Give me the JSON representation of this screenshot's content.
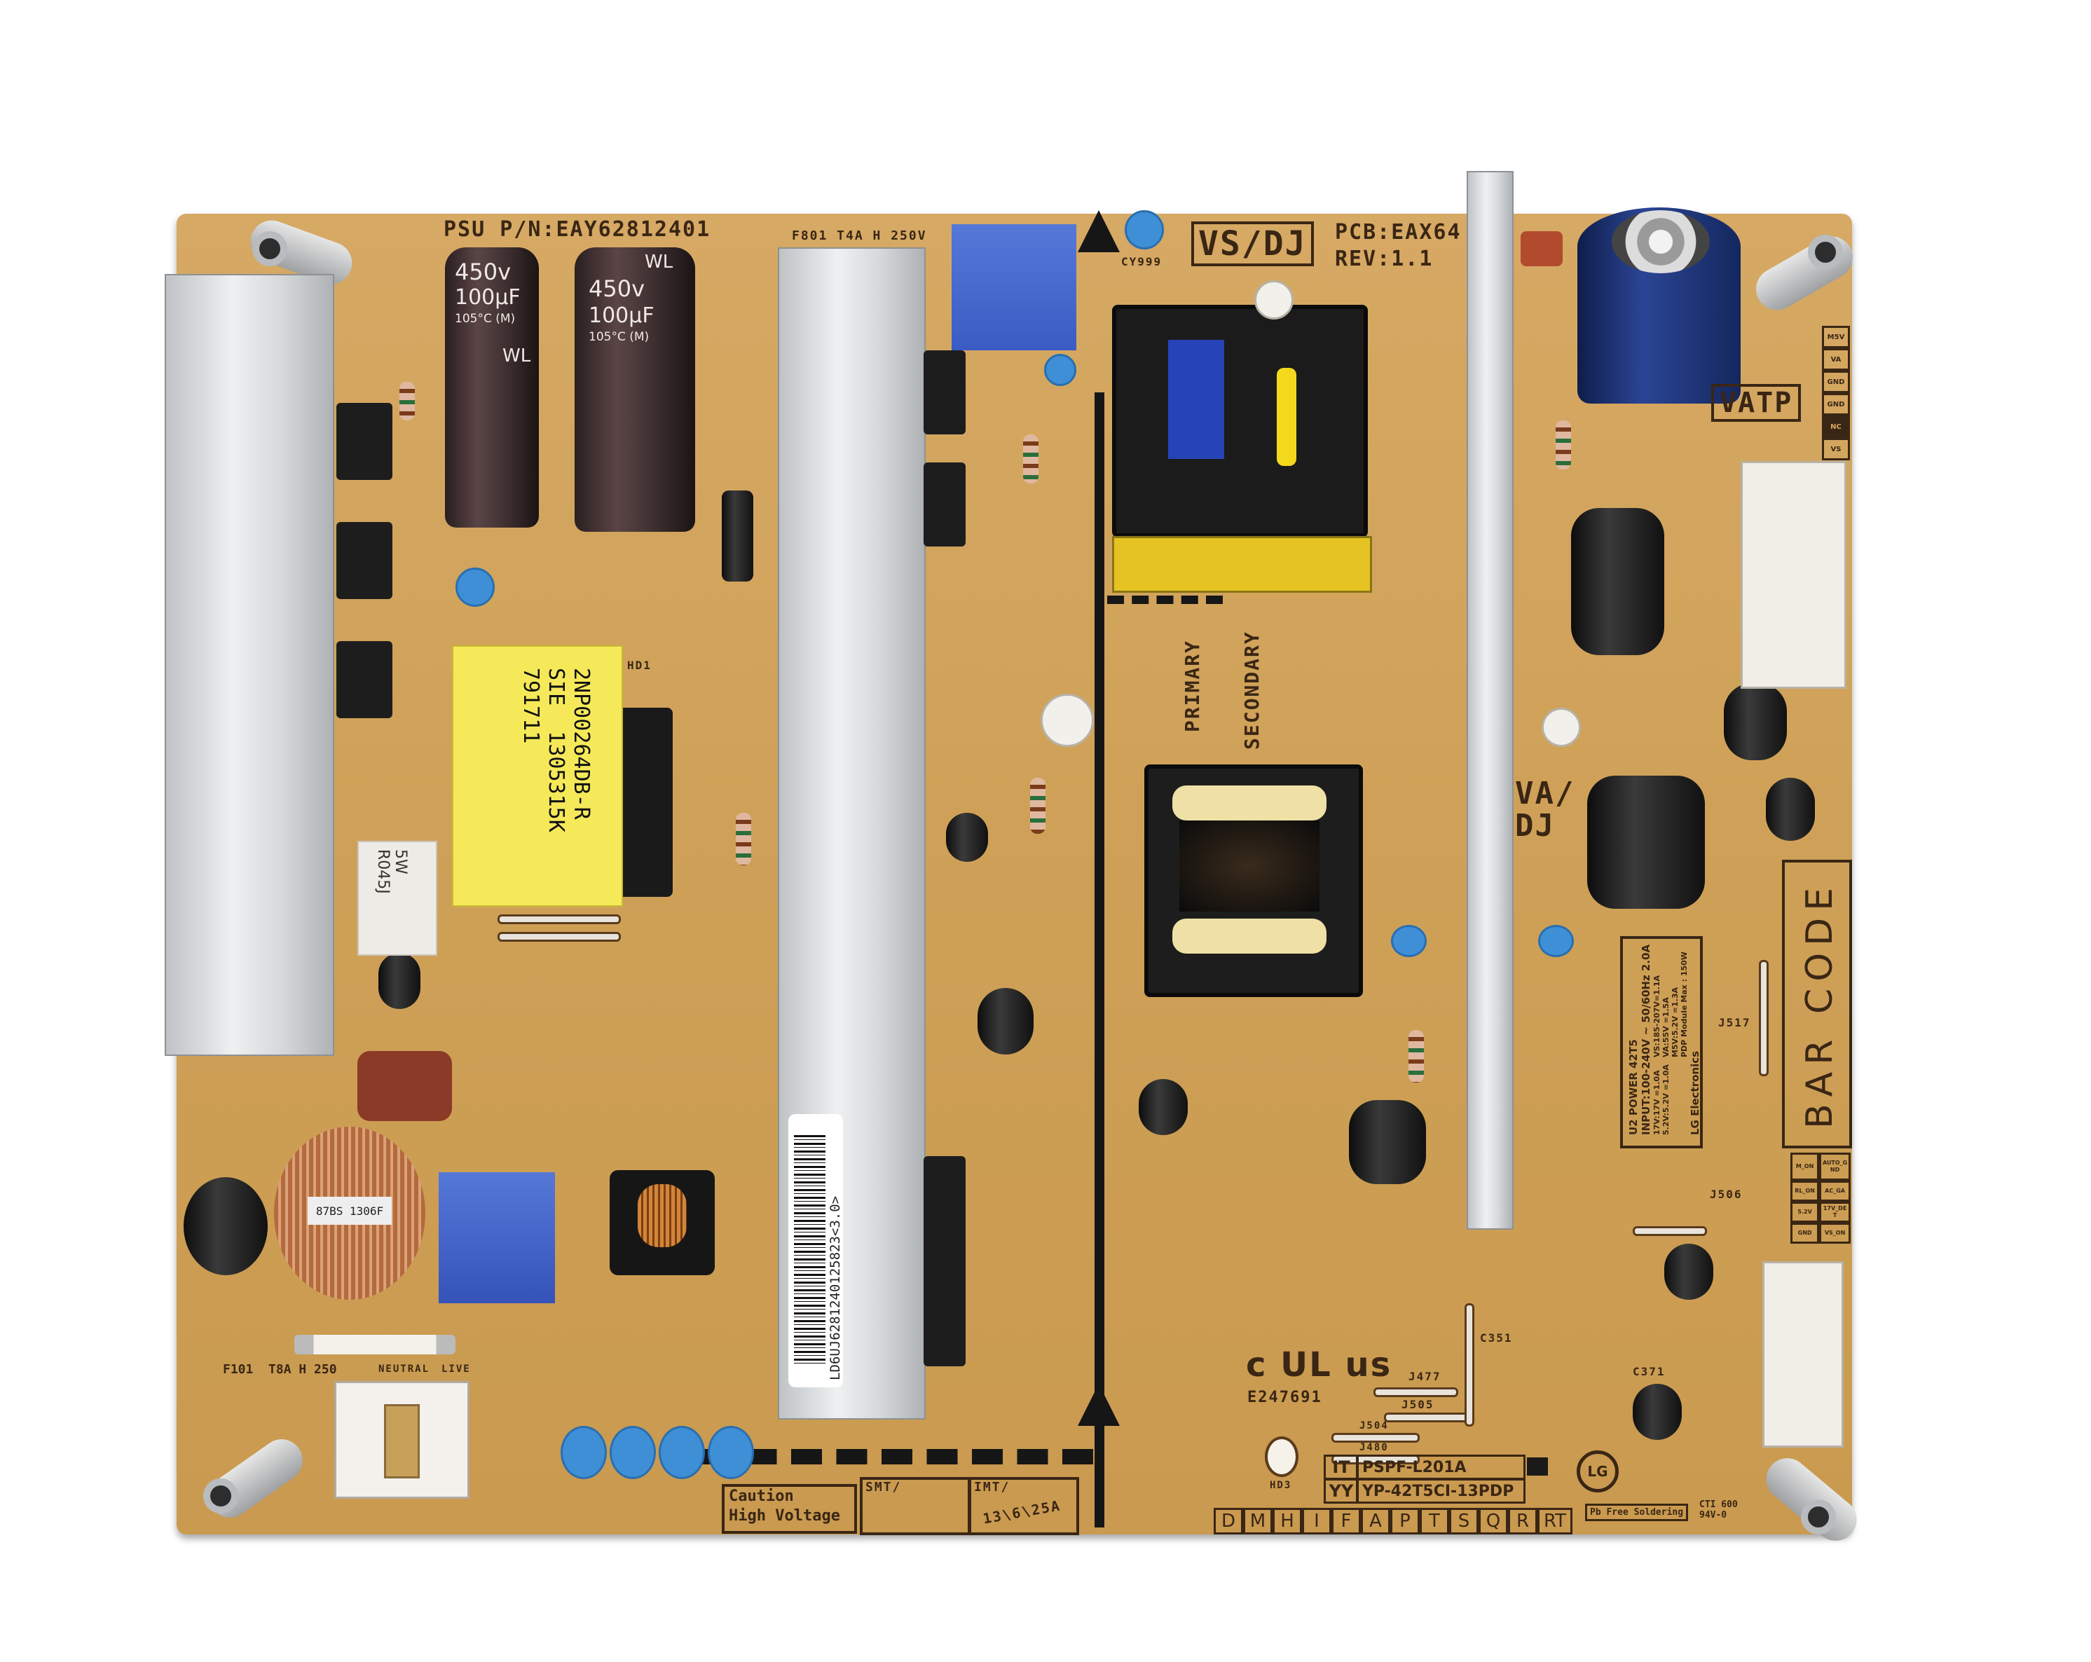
{
  "board": {
    "psu_part_number": "PSU P/N:EAY62812401",
    "pcb_part_number": "PCB:EAX64",
    "revision": "REV:1.1",
    "fuse_primary": "F801  T4A H 250V",
    "fuse_mains": "F101  T8A H 250",
    "vs_label": "VS/DJ",
    "va_label": "VA/DJ",
    "vatp_label": "VATP",
    "primary_label": "PRIMARY",
    "secondary_label": "SECONDARY",
    "caution_label": "Caution\nHigh Voltage",
    "smt_label": "SMT/",
    "imt_label": "IMT/",
    "date_code": "13\\6\\25A",
    "ul_mark": "c UL us",
    "ul_number": "E247691",
    "hd3_label": "HD3",
    "lg_logo": "LG",
    "pb_free": "Pb Free Soldering",
    "cti": "CTI 600 94V-0",
    "barcode_area": "BAR CODE",
    "live_label": "LIVE",
    "neutral_label": "NEUTRAL",
    "capacitor_labels": [
      "450v",
      "100µF",
      "105°C (M)",
      "WL"
    ],
    "resistor_label": "5W R045J",
    "toroid_label": "87BS 1306F"
  },
  "model_box": {
    "rows": [
      {
        "code": "IT",
        "value": "PSPF-L201A"
      },
      {
        "code": "YY",
        "value": "YP-42T5CI-13PDP"
      }
    ]
  },
  "letter_row": [
    "D",
    "M",
    "H",
    "I",
    "F",
    "A",
    "P",
    "T",
    "S",
    "Q",
    "R",
    "RT"
  ],
  "transformer_label": [
    "2NP00264DB-R",
    "SIE  1305315K",
    "791711"
  ],
  "barcode_sticker": "LD6UJ6281240125823<3.0>",
  "power_info": {
    "title": "U2 POWER 42T5",
    "input": "INPUT:100-240V ~ 50/60Hz 2.0A",
    "lines": [
      "17V:17V =1.0A",
      "5.2V:5.2V =1.0A",
      "VS:185-207V=1.1A",
      "VA:55V =1.5A",
      "M5V:5.2V =1.3A",
      "PDP Module Max : 150W"
    ],
    "maker": "LG Electronics"
  },
  "signal_table": [
    [
      "M_ON",
      "AUTO_GND"
    ],
    [
      "RL_ON",
      "AC_GA"
    ],
    [
      "5.2V",
      "17V_DET"
    ],
    [
      "GND",
      "VS_ON"
    ]
  ],
  "side_pins": [
    "M5V",
    "VA",
    "GND",
    "GND",
    "NC",
    "VS"
  ],
  "refs": {
    "j517": "J517",
    "j506": "J506",
    "j477": "J477",
    "j505": "J505",
    "j504": "J504",
    "j480": "J480",
    "c351": "C351",
    "c371": "C371",
    "hd1": "HD1",
    "cy999": "CY999"
  }
}
